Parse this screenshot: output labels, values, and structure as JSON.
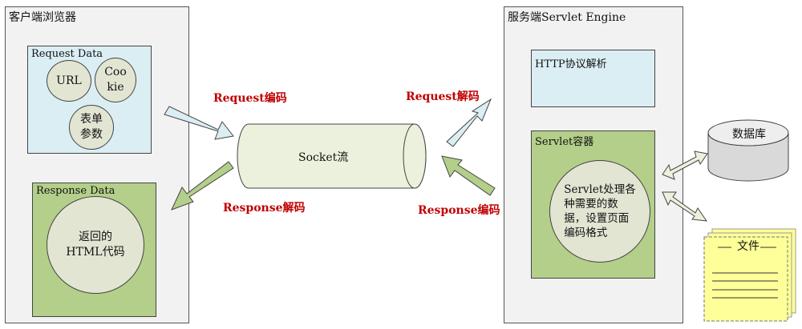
{
  "client": {
    "title": "客户端浏览器",
    "request_box": {
      "title": "Request Data",
      "url": "URL",
      "cookie_l1": "Coo",
      "cookie_l2": "kie",
      "form_l1": "表单",
      "form_l2": "参数"
    },
    "response_box": {
      "title": "Response Data",
      "html_l1": "返回的",
      "html_l2": "HTML代码"
    }
  },
  "middle": {
    "socket": "Socket流",
    "request_encode": "Request编码",
    "response_decode": "Response解码",
    "request_decode": "Request解码",
    "response_encode": "Response编码"
  },
  "server": {
    "title": "服务端Servlet Engine",
    "http_box": "HTTP协议解析",
    "container_title": "Servlet容器",
    "process_l1": "Servlet处理各",
    "process_l2": "种需要的数",
    "process_l3": "据，设置页面",
    "process_l4": "编码格式"
  },
  "database": "数据库",
  "file": "文件",
  "colors": {
    "red": "#c00000",
    "light_blue": "#dbeef4",
    "green": "#b3cf8a",
    "yellow": "#ffff99"
  }
}
